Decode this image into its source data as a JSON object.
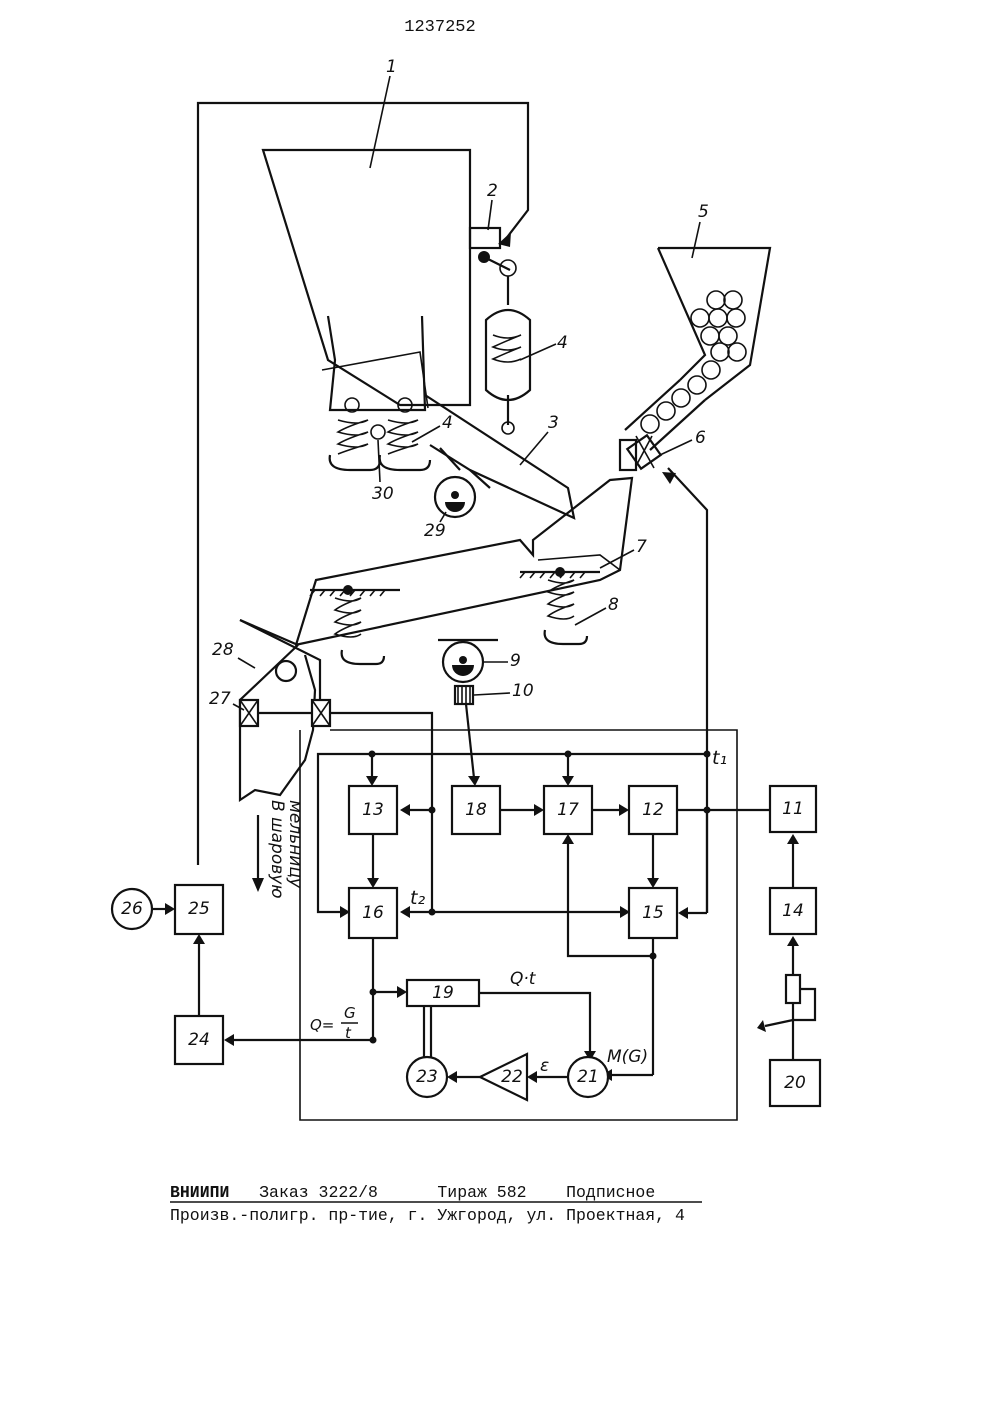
{
  "document": {
    "page_number": "1237252",
    "footer": {
      "org": "ВНИИПИ",
      "order": "Заказ 3222/8",
      "circulation": "Тираж 582",
      "subscription": "Подписное",
      "printer": "Произв.-полигр. пр-тие, г. Ужгород, ул. Проектная, 4"
    }
  },
  "diagram": {
    "labels": {
      "n1": "1",
      "n2": "2",
      "n3": "3",
      "n4a": "4",
      "n4b": "4",
      "n5": "5",
      "n6": "6",
      "n7": "7",
      "n8": "8",
      "n9": "9",
      "n10": "10",
      "n11": "11",
      "n12": "12",
      "n13": "13",
      "n14": "14",
      "n15": "15",
      "n16": "16",
      "n17": "17",
      "n18": "18",
      "n19": "19",
      "n20": "20",
      "n21": "21",
      "n22": "22",
      "n23": "23",
      "n24": "24",
      "n25": "25",
      "n26": "26",
      "n27": "27",
      "n28": "28",
      "n29": "29",
      "n30": "30"
    },
    "annotations": {
      "t1": "t₁",
      "t2": "t₂",
      "qt": "Q·t",
      "eps": "ε",
      "mg": "M(G)",
      "q_formula_q": "Q=",
      "q_formula_g": "G",
      "q_formula_t": "t",
      "outlet_line1": "В шаровую",
      "outlet_line2": "мельницу"
    }
  }
}
